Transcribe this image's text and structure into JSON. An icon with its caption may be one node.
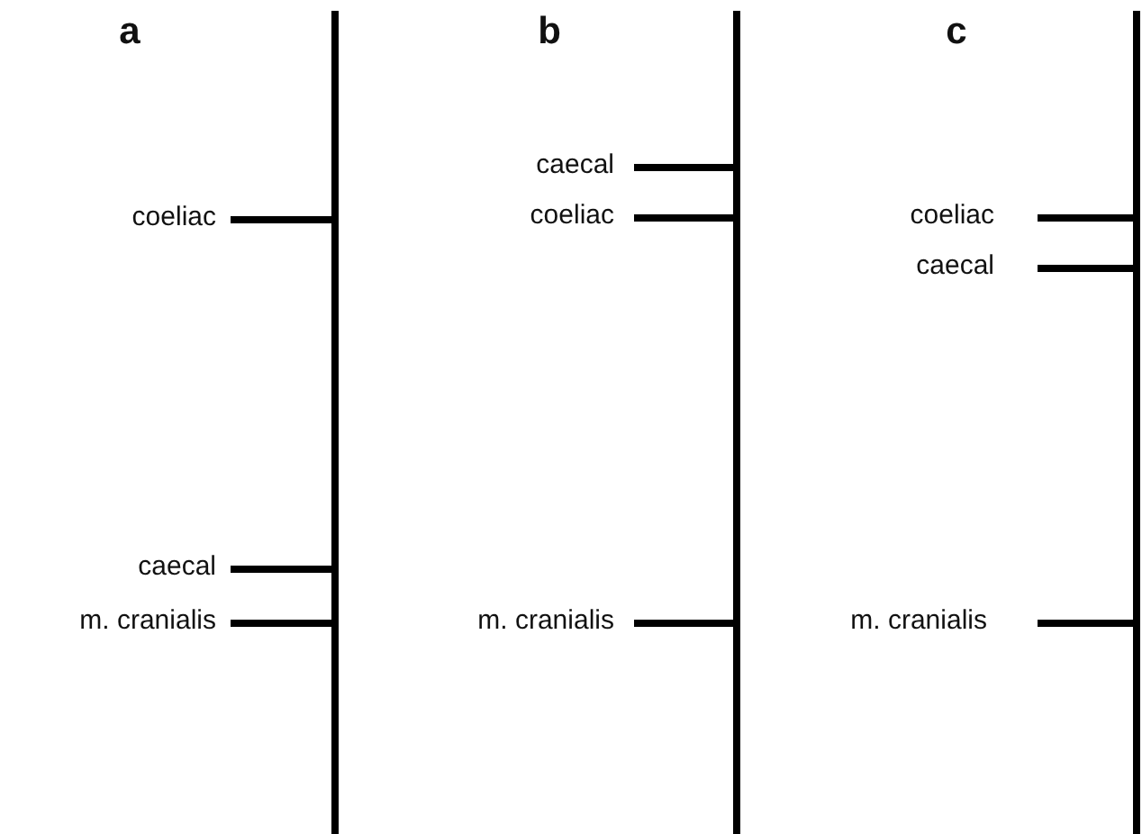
{
  "diagram": {
    "labels": [
      "a",
      "coeliac",
      "caecal",
      "m. cranialis",
      "b",
      "caecal",
      "coeliac",
      "m. cranialis",
      "c",
      "coeliac",
      "caecal",
      "m. cranialis"
    ]
  }
}
